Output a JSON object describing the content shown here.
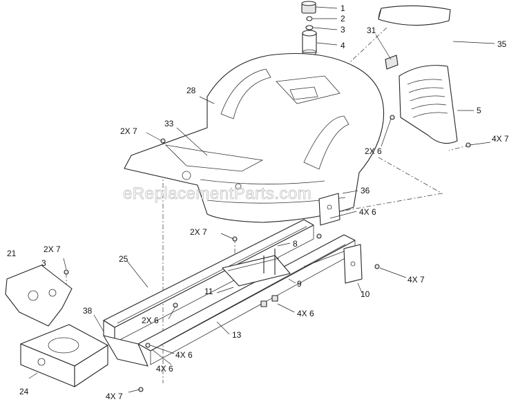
{
  "watermark": "eReplacementParts.com",
  "callouts": [
    {
      "id": "c1",
      "label": "1"
    },
    {
      "id": "c2",
      "label": "2"
    },
    {
      "id": "c3",
      "label": "3"
    },
    {
      "id": "c4",
      "label": "4"
    },
    {
      "id": "c31",
      "label": "31"
    },
    {
      "id": "c35",
      "label": "35"
    },
    {
      "id": "c28",
      "label": "28"
    },
    {
      "id": "c5",
      "label": "5"
    },
    {
      "id": "c2x7a",
      "label": "2X 7"
    },
    {
      "id": "c33",
      "label": "33"
    },
    {
      "id": "c4x7a",
      "label": "4X 7"
    },
    {
      "id": "c2x6a",
      "label": "2X 6"
    },
    {
      "id": "c36",
      "label": "36"
    },
    {
      "id": "c4x6a",
      "label": "4X 6"
    },
    {
      "id": "c2x7b",
      "label": "2X 7"
    },
    {
      "id": "c8",
      "label": "8"
    },
    {
      "id": "c21",
      "label": "21"
    },
    {
      "id": "c2x7c",
      "label": "2X 7"
    },
    {
      "id": "c3b",
      "label": "3"
    },
    {
      "id": "c25",
      "label": "25"
    },
    {
      "id": "c4x7b",
      "label": "4X 7"
    },
    {
      "id": "c11",
      "label": "11"
    },
    {
      "id": "c9",
      "label": "9"
    },
    {
      "id": "c10",
      "label": "10"
    },
    {
      "id": "c38",
      "label": "38"
    },
    {
      "id": "c2x6b",
      "label": "2X 6"
    },
    {
      "id": "c4x6b",
      "label": "4X 6"
    },
    {
      "id": "c13",
      "label": "13"
    },
    {
      "id": "c4x6c",
      "label": "4X 6"
    },
    {
      "id": "c4x6d",
      "label": "4X 6"
    },
    {
      "id": "c24",
      "label": "24"
    },
    {
      "id": "c4x7c",
      "label": "4X 7"
    }
  ]
}
